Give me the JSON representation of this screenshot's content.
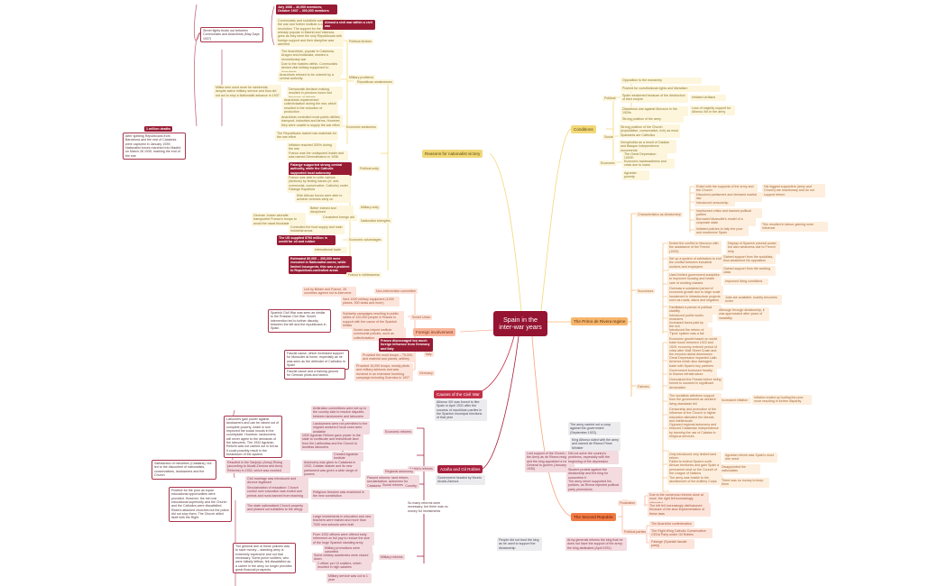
{
  "root": {
    "label": "Spain in the inter-war years"
  },
  "branches": {
    "conditions": {
      "label": "Conditions",
      "political": {
        "label": "Political",
        "items": [
          "Opposition to the monarchy",
          "Pushed for constitutional rights and liberalism",
          "Spain weakened because of the destruction of their empire",
          "Disastrous war against Morocco in the 1920s",
          "Strong position of the army"
        ],
        "sub": [
          "Initiated civilians",
          "Loss of majority support for Alfonso XIII in the army"
        ]
      },
      "social": {
        "label": "Social",
        "items": [
          "Strong position of the Church (exploitative, conservative, rich) as most Spaniards are Catholics",
          "Xenophobia as a result of Catalan and Basque independence movements"
        ]
      },
      "economic": {
        "label": "Economic",
        "items": [
          "The Great Depression (1929)",
          "Economic backwardness and crisis due to loans",
          "Agrarian poverty"
        ]
      }
    },
    "primo": {
      "label": "The Primo de Rivera regime",
      "dictatorship": {
        "label": "Characteristics as dictatorship",
        "items": [
          "Ruled with the supports of the army and the Church",
          "Dissolved parliament and declared martial law",
          "Introduced censorship",
          "Imprisoned critics and banned political parties",
          "Borrowed Mussolini's model of a corporate state",
          "Initiated policies to help the poor and modernize Spain"
        ],
        "sub": [
          "His biggest supporters (army and Church) are reactionary and do not support reform",
          "This resulted in labour gaining more influence"
        ]
      },
      "successes": {
        "label": "Successes",
        "items": [
          "Ended the conflict in Morocco with the assistance of the French (1925)",
          "Set up a system of arbitration to end the conflict between industrial workers and employers",
          "Used limited government subsidies to improved housing and health care of working classes",
          "Oversaw a sustained period of economic growth due to large scale investment in infrastructure projects such as roads, dams and irrigation",
          "Facilitated a period of political stability",
          "Introduced public works programs",
          "Increased taxes paid by the rich",
          "Introduced the reform of 'Tipos' system was a fail banking sector"
        ],
        "sub": [
          "Display of Spanish colonial power, but also weakness due to French help",
          "Gained support from the socialists, thus weakened his opposition",
          "Gained support from the working class",
          "Improved living conditions",
          "Jobs are available; society becomes richer",
          "Although through dictatorship, it was appreciated after years of instability"
        ]
      },
      "failures": {
        "label": "Failures",
        "items": [
          "Economic growth based on world trade boom between 1923 and 1929; economy entered period of crisis after Wall Street Crash and the ensuing global depression",
          "Great Depression impacted Latin America which also damaged trade with Spain's key partners",
          "Government borrowed heavily to finance infrastructure projects",
          "Overvalued the Peseta before being forced to succeed in significant devaluation",
          "The socialists withdrew support from the government as workers' living standards fell",
          "Censorship and promotion of the influence of the Church in higher education alienated the liberals and intellectuals",
          "Opposed regional autonomy and reduced Catalonian independence by banning the use of Catalan in religious services",
          "Only introduced very limited land reform",
          "Failed to extend Spain's north African territories and gain Spain a permanent seat on the Council of the League of Nations",
          "The army was hostile to the abolishment of the Artillery Corps"
        ],
        "sub": [
          "Increased inflation",
          "Inflation ended up hurting the poor more resulting in further disparity",
          "Agrarian reform was Spain's most dire need",
          "Disappointed the nationalists",
          "There was no money to keep them"
        ]
      }
    },
    "republic": {
      "label": "The Second Republic",
      "frustration": {
        "label": "Frustration",
        "items": [
          "Due to the numerous reforms done at once, the right felt increasingly alienated",
          "The left felt increasingly disillusioned because of the slow implementation of these laws"
        ]
      },
      "parties": {
        "label": "Political parties",
        "items": [
          "The Anarchist confederation",
          "The Right Wing Catholic Conservative CEDA Party under Gil Robles",
          "Falange (Spanish fascist party)"
        ]
      }
    },
    "causes": {
      "label": "Causes of the Civil War",
      "text": "Alfonso XIII was forced to flee Spain in April 1931 after the success of republican parties in the Spanish municipal elections of that year"
    },
    "rise_fall": {
      "intro": [
        "The army carried out a coup against the government (September 1923)",
        "King Alfonso sided with the army and named de Rivera Prime Minister"
      ],
      "lost_support": "Lost support of the Church and the Army as de Rivera resigned and the king appointed a new General to govern (January 1930)",
      "problems": [
        "Did not solve the country's problems, especially with the beginning of the depression",
        "Student protest against the dictatorship and the king for supporting it",
        "The army never supported his policies, as Rivera rejected political party promotions"
      ],
      "end": [
        "People did not trust the king as he used to support the dictatorship",
        "Army generals informs the king that he does not have the support of the army; the king abdicated (April 1931)"
      ]
    },
    "azana": {
      "label": "Azaña and Gil Robles",
      "government": "Government headed by Niceto Alcalá-Zamora",
      "azana_reforms": {
        "label": "Azaña's reforms",
        "text": "Passed reforms: land reform, secularisation, autonomy for Catalonia and the Basque Country",
        "note": "So many reforms were necessary, but there was no money for investments"
      },
      "economic": {
        "label": "Economic reforms",
        "items": [
          "Arbitration committees were set up in the country side to resolve disputes between landowners and labourers",
          "Landowners were not permitted to the migrant workers if local ones were available",
          "1932 Agrarian Reform gave power to the state to confiscate and redistribute land from the Latifundias and the Church to landless labourers",
          "Created Agrarian Institute"
        ],
        "comment": "Labourers gain power against landowners and can be raised out of complete poverty, which in turn improved the social moods in the countryside. However, landowners will never agree to the demands of the labourers. The 1932 Agrarian Reform was not carried out in full as it could possibly result in the breakdown of the system."
      },
      "regional": {
        "label": "Regional autonomy",
        "items": [
          "Autonomy was given to Catalonia in 1932; Catalan statute and its new parliament was given a wide range of powers"
        ],
        "result": "Resulted in the Sanjurjo (Army) Rising (according to Alcalá-Zamora and Army Reforms) in 1932, which was crushed",
        "comment": "Satisfaction of minorities (Catalans), but led to the discontent of nationalists, conservatives, landowners and the Church"
      },
      "social": {
        "label": "Social reforms",
        "items": [
          "Civil marriage was introduced and divorce legalised",
          "Secularization of education: Church control over education was ended and priests and nuns banned from teaching",
          "The state nationalised Church property and phased out subsidies to the clergy",
          "Large investments in education and new teachers were trained and more than 7000 new schools were built"
        ],
        "religious": "Religious freedom was enshrined in the new constitution",
        "comment": "Positive for the poor as equal educational opportunities were provided. However, the rich lost educational superiority and the Church and the Catholics were dissatisfied. Rioters attacked churches but the police did not stop them. The Church allied itself with the Right."
      },
      "military": {
        "label": "Military reforms",
        "items": [
          "From 1932 officers were offered early retirement on full pay to reduce the size of the huge Spanish standing army",
          "Military promotions were cancelled",
          "Some military academies were closed down",
          "1 officer per 10 soldiers, which resulted in high salaries",
          "Military service was cut to 1 year"
        ],
        "comment": "The general aim of these policies was to save money – standing army is extremely expensive and not that necessary. Some junior soldiers, who were initially leftists, felt dissatisfied as a career in the army no longer provides great financial prospects."
      }
    },
    "foreign": {
      "label": "Foreign involvement",
      "non_intervention": {
        "label": "Non-intervention committee",
        "text": "Led by Britain and France, 26 countries agreed not to intervene"
      },
      "soviet": {
        "label": "Soviet Union",
        "items": [
          "Sent 1000 military equipment (1000 planes, 900 tanks and more)",
          "Solidarity campaigns resulting in public rallies of 120,000 people in Russia in support with the cause of the Spanish leftists",
          "Soviet was helped institute communist policies, such as collectivisation"
        ],
        "comment": "Spanish Civil War was seen as similar to the Russian Civil War. Soviet intervention led to further disunity between the left and the republicans in Spain."
      },
      "note": "Franco discouraged too much foreign influence from Germany and Italy",
      "italy": {
        "label": "Italy",
        "text": "Provided the most troops – 75,000, and material and planes, artillery",
        "comment": "Fascist cause, which increased support for Mussolini at home, especially as he was seen as the defender of Catholics in Spain"
      },
      "germany": {
        "label": "Germany",
        "text": "Provided 16,000 troops, mostly pilots and military advisors and was involved in an extensive bombing campaign including Guernica in 1937",
        "comment": "Fascist cause and a training ground for German pilots and tactics"
      }
    },
    "reasons": {
      "label": "Reasons for nationalist victory",
      "republican_weaknesses": {
        "label": "Republican weaknesses",
        "political_division": {
          "label": "Political division",
          "items": [
            "Communists and socialists wanted to win the war and further institute a communist revolution. The support for the Communists already popular in Madrid and Valencia, grew as they were the only Republicans with foreign support and their discipline was admired",
            "The Anarchists, popular in Catalonia, Aragon and Andalusia, wanted a revolutionary war"
          ],
          "callout_top": "July 1936 – 40,000 members; October 1937 – 300,000 members",
          "callout_side": "Almost a civil war within a civil war",
          "comment": "Street fights broke out between Communists and Anarchists (May Days 1937)"
        },
        "military_problems": {
          "label": "Military problems",
          "items": [
            "Due to the rivalries within, Communists denied vital military equipment to Anarchists",
            "Anarchists refused to be ordered by a central authority",
            "Democratic decision making resulted in precious hours lost because of debate"
          ],
          "comment": "Militia men used more for weekends, despite active military service and thus did not act to stop a Nationalist advance in 1937"
        },
        "economic_weakness": {
          "label": "Economic weakness",
          "items": [
            "Anarchists implemented collectivisation during the war, which resulted in the reduction of production",
            "Anarchists controlled most public utilities, transport, industries and farms. However, they were unable to supply the war effort",
            "The Republicans lacked raw materials for the war effort",
            "Inflation reached 300% during the war"
          ]
        }
      },
      "nationalist_strengths": {
        "label": "Nationalist strengths",
        "political_unity": {
          "label": "Political unity",
          "items": [
            "Franco was the undisputed leader and was named Generalissimo in 1936",
            "Franco was able to unite various (factions) by finding issues (cf. anti-communist, conservative, Catholic) under Falange Española"
          ],
          "callout": "Falange supported strong central authority, while the Catholic supported local autonomy"
        },
        "military_unity": {
          "label": "Military unity",
          "items": [
            "Elite African forces were able to achieve victories early on",
            "Better trained and disciplined",
            "Consistent foreign aid"
          ],
          "comment": "German Junker aircrafts transported Franco's troops to avoid the naval blockade"
        },
        "economic_advantages": {
          "label": "Economic advantages",
          "items": [
            "Controlled the food supply and main industrial areas",
            "International trade"
          ],
          "callout": "The US supplied $700 million in credit for oil and rubber"
        },
        "franco": {
          "label": "Franco's ruthlessness",
          "callout": "Estimated 80,000 – 200,000 were executed in Nationalist zones; while limited insurgents; this was a problem to Republican-controlled areas"
        }
      },
      "million_deaths": {
        "badge": "1 million deaths",
        "text": "After splitting Republicans from Barcelona and the rest of Catalonia were captured in January 1939; Nationalist forces marched into Madrid on March 28 1939, marking the end of the war"
      }
    }
  },
  "colors": {
    "root": "#951432",
    "conditions": "#f2d877",
    "primo": "#f7b66b",
    "republic": "#f27a45",
    "foreign": "#f9b59a",
    "causes": "#c42f48",
    "azana": "#a81f3c",
    "reasons": "#f2d877"
  }
}
